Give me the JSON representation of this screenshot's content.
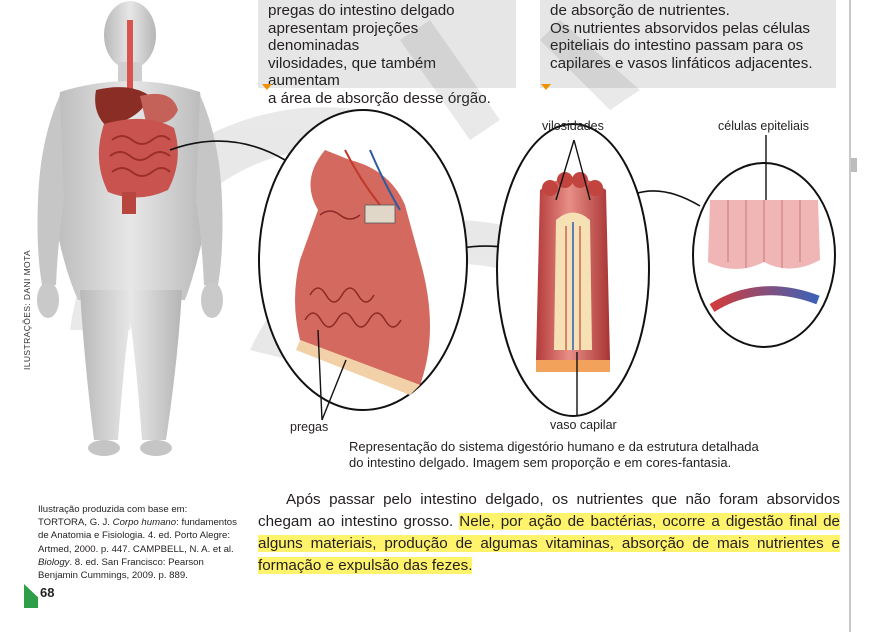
{
  "top_text": {
    "left_lines": [
      "pregas do intestino delgado",
      "apresentam projeções denominadas",
      "vilosidades, que também aumentam",
      "a área de absorção desse órgão."
    ],
    "right_lines": [
      "de absorção de nutrientes.",
      "Os nutrientes absorvidos pelas células",
      "epiteliais do intestino passam para os",
      "capilares e vasos linfáticos adjacentes."
    ]
  },
  "labels": {
    "vilosidades": "vilosidades",
    "celulas": "células epiteliais",
    "pregas": "pregas",
    "vaso": "vaso capilar"
  },
  "credit": "ILUSTRAÇÕES: DANI MOTA",
  "caption": "Representação do sistema digestório humano e da estrutura detalhada do intestino delgado. Imagem sem proporção e em cores-fantasia.",
  "reference": {
    "part1": "Ilustração produzida com base em: TORTORA, G. J.",
    "title1": "Corpo humano",
    "part2": ": fundamentos de Anatomia e Fisiologia. 4. ed. Porto Alegre: Artmed, 2000. p. 447. CAMPBELL, N. A. et al.",
    "title2": "Biology",
    "part3": ". 8. ed. San Francisco: Pearson Benjamin Cummings, 2009. p. 889."
  },
  "body": {
    "plain": "Após passar pelo intestino delgado, os nutrientes que não foram absorvidos chegam ao intestino grosso. ",
    "highlighted": "Nele, por ação de bactérias, ocorre a digestão final de alguns materiais, produção de algumas vitaminas, absorção de mais nutrientes e formação e expulsão das fezes."
  },
  "page_number": "68",
  "colors": {
    "highlight": "#fff36b",
    "bullet": "#f39200",
    "page_mark": "#2e9e47",
    "box_bg": "#e6e6e7"
  }
}
